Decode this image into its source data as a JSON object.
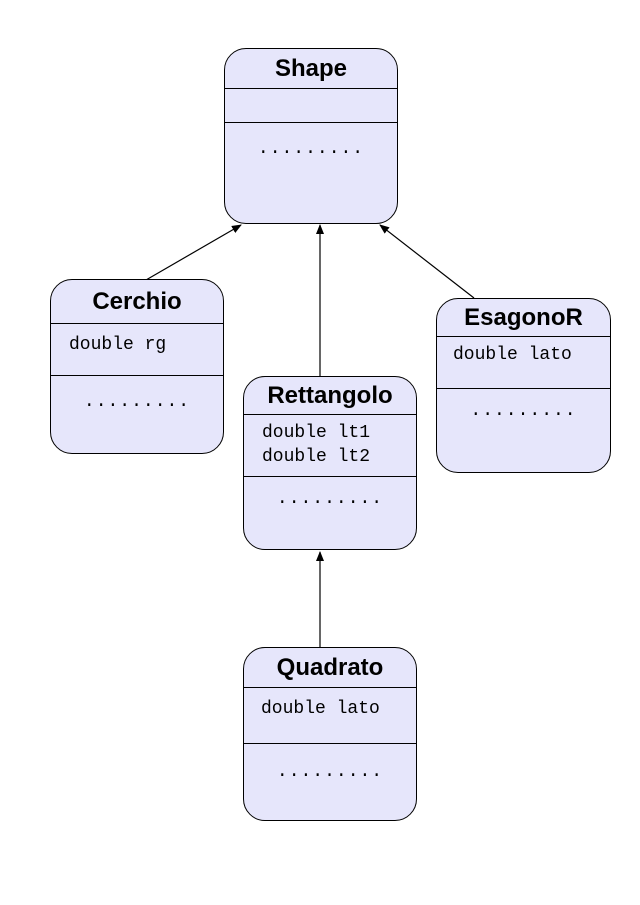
{
  "diagram": {
    "classes": {
      "shape": {
        "name": "Shape",
        "attributes": [],
        "operations": "........."
      },
      "cerchio": {
        "name": "Cerchio",
        "attributes": [
          "double rg"
        ],
        "operations": "........."
      },
      "rettangolo": {
        "name": "Rettangolo",
        "attributes": [
          "double lt1",
          "double lt2"
        ],
        "operations": "........."
      },
      "esagonor": {
        "name": "EsagonoR",
        "attributes": [
          "double lato"
        ],
        "operations": "........."
      },
      "quadrato": {
        "name": "Quadrato",
        "attributes": [
          "double lato"
        ],
        "operations": "........."
      }
    },
    "relations": [
      {
        "from": "Cerchio",
        "to": "Shape",
        "type": "inheritance"
      },
      {
        "from": "Rettangolo",
        "to": "Shape",
        "type": "inheritance"
      },
      {
        "from": "EsagonoR",
        "to": "Shape",
        "type": "inheritance"
      },
      {
        "from": "Quadrato",
        "to": "Rettangolo",
        "type": "inheritance"
      }
    ],
    "colors": {
      "box_fill": "#e6e6fb",
      "stroke": "#000000"
    }
  }
}
